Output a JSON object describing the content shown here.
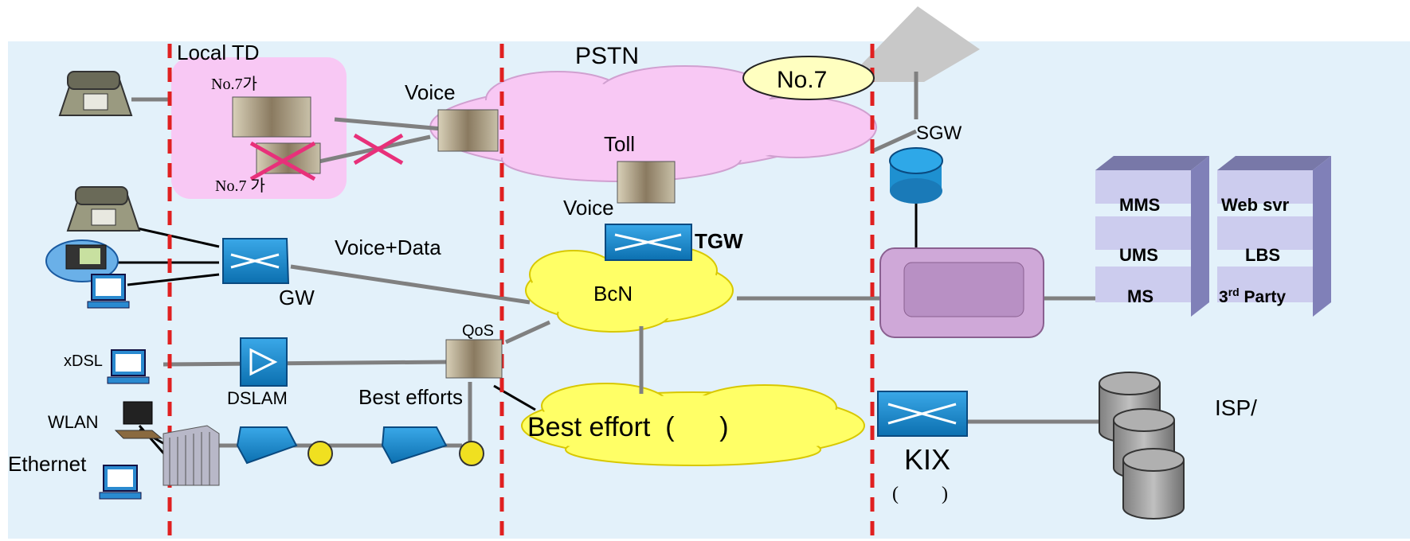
{
  "labels": {
    "local_td": "Local TD",
    "pstn": "PSTN",
    "no7_left_top": "No.7가",
    "no7_left_bottom": "No.7   가",
    "voice_top": "Voice",
    "no7_oval": "No.7",
    "sgw": "SGW",
    "toll": "Toll",
    "voice_mid": "Voice",
    "tgw": "TGW",
    "voice_data": "Voice+Data",
    "gw": "GW",
    "bcn": "BcN",
    "qos": "QoS",
    "xdsl": "xDSL",
    "dslam": "DSLAM",
    "best_efforts": "Best efforts",
    "best_effort_cloud": "Best effort  (      )",
    "wlan": "WLAN",
    "ethernet": "Ethernet",
    "kix": "KIX",
    "kix_paren": "(         )",
    "isp": "ISP/"
  },
  "servers": {
    "mms": "MMS",
    "ums": "UMS",
    "ms": "MS",
    "web": "Web svr",
    "lbs": "LBS",
    "third_base": "3",
    "third_sup": "rd",
    "third_rest": " Party"
  },
  "colors": {
    "background_band": "#e3f1fa",
    "divider": "#e02020",
    "pstn_cloud": "#f8c8f4",
    "bcn_cloud": "#ffff66",
    "local_td_box": "#f8c8f4",
    "switch": "#1e90d0",
    "server_box": "#9a9ad0",
    "cross": "#e8307a"
  }
}
